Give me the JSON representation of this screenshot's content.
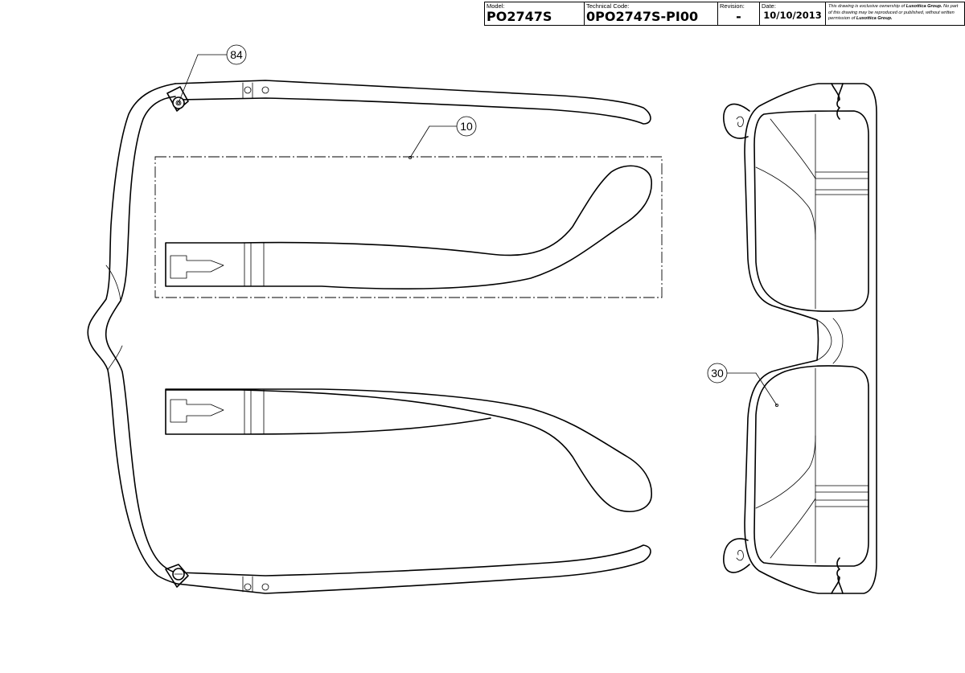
{
  "title_block": {
    "model_label": "Model:",
    "model_value": "PO2747S",
    "technical_code_label": "Technical Code:",
    "technical_code_value": "0PO2747S-PI00",
    "revision_label": "Revision:",
    "revision_value": "-",
    "date_label": "Date:",
    "date_value": "10/10/2013",
    "ownership_note_prefix": "This drawing is exclusive ownership of",
    "ownership_company": "Luxottica Group.",
    "ownership_note_middle": "No part of this drawing may be reproduced or published, without written permission of",
    "ownership_company_2": "Luxottica Group."
  },
  "callouts": [
    {
      "id": "callout-84",
      "label": "84"
    },
    {
      "id": "callout-10",
      "label": "10"
    },
    {
      "id": "callout-30",
      "label": "30"
    }
  ]
}
